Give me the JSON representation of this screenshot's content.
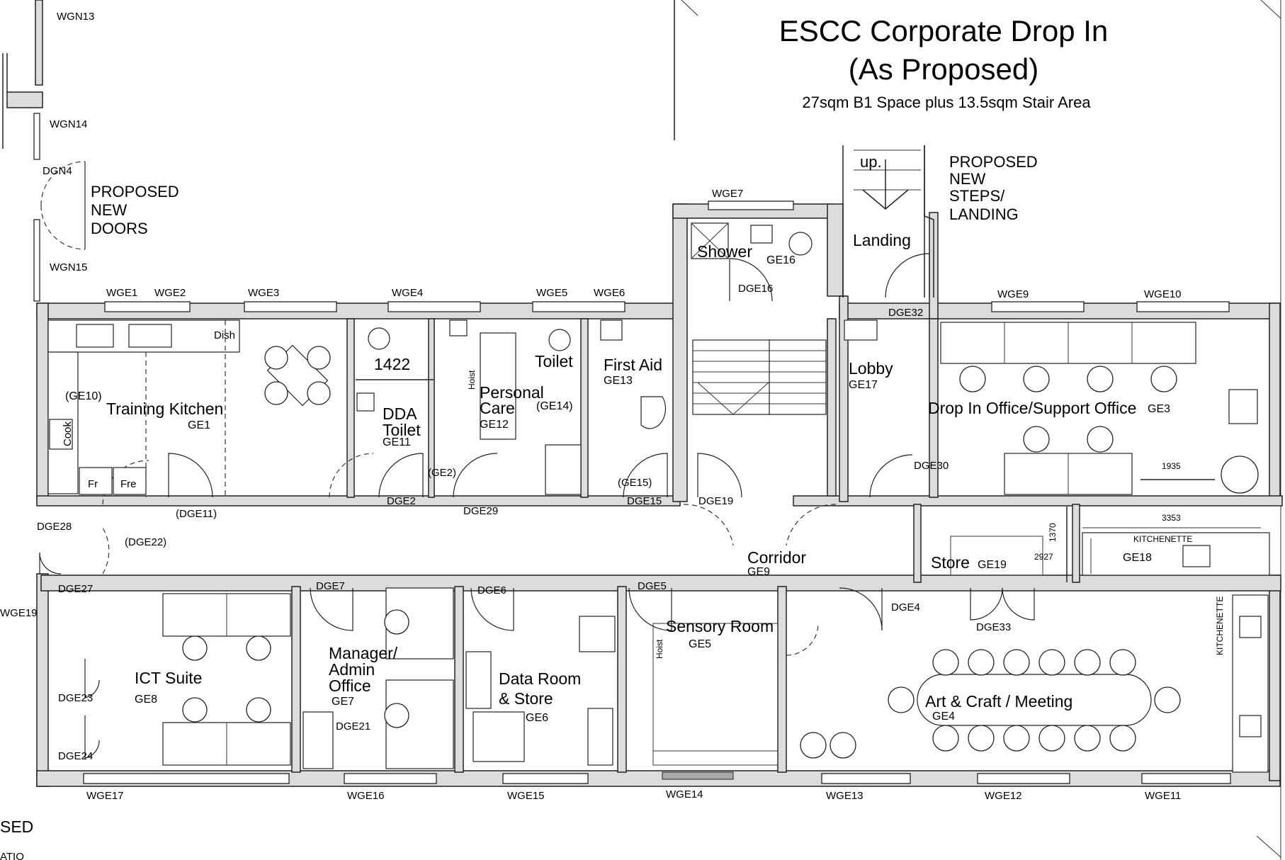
{
  "title": {
    "line1": "ESCC Corporate Drop In",
    "line2": "(As Proposed)",
    "subtitle": "27sqm B1 Space plus 13.5sqm Stair Area"
  },
  "notes": {
    "new_doors": [
      "PROPOSED",
      "NEW",
      "DOORS"
    ],
    "new_steps": [
      "PROPOSED",
      "NEW",
      "STEPS/",
      "LANDING"
    ],
    "up": "up.",
    "dimension_1422": "1422",
    "dimension_1935": "1935",
    "dimension_3353": "3353",
    "dimension_1370": "1370",
    "dimension_2927": "2927",
    "hoist": "Hoist",
    "hoist2": "Hoist",
    "cook": "Cook",
    "dish": "Dish",
    "fr1": "Fr",
    "fr2": "Fre",
    "kitchenette_h": "KITCHENETTE",
    "kitchenette_v": "KITCHENETTE",
    "cut_sed": "SED",
    "cut_atio": "ATIO"
  },
  "rooms": {
    "training_kitchen": {
      "name": "Training Kitchen",
      "code": "GE1"
    },
    "ge10": {
      "code": "(GE10)"
    },
    "dda_toilet": {
      "name1": "DDA",
      "name2": "Toilet",
      "code": "GE11"
    },
    "personal_care": {
      "name1": "Personal",
      "name2": "Care",
      "code": "GE12"
    },
    "ge14": {
      "code": "(GE14)"
    },
    "toilet": {
      "name": "Toilet"
    },
    "first_aid": {
      "name": "First Aid",
      "code": "GE13"
    },
    "shower": {
      "name": "Shower",
      "code": "GE16"
    },
    "landing": {
      "name": "Landing"
    },
    "lobby": {
      "name": "Lobby",
      "code": "GE17"
    },
    "drop_in_office": {
      "name": "Drop In Office/Support Office",
      "code": "GE3"
    },
    "store": {
      "name": "Store",
      "code": "GE19"
    },
    "kitchenette": {
      "code": "GE18"
    },
    "corridor": {
      "name": "Corridor",
      "code": "GE9"
    },
    "ict_suite": {
      "name": "ICT Suite",
      "code": "GE8"
    },
    "manager_office": {
      "name1": "Manager/",
      "name2": "Admin",
      "name3": "Office",
      "code": "GE7"
    },
    "data_room": {
      "name1": "Data Room",
      "name2": "& Store",
      "code": "GE6"
    },
    "sensory_room": {
      "name": "Sensory Room",
      "code": "GE5"
    },
    "art_craft": {
      "name": "Art & Craft / Meeting",
      "code": "GE4"
    }
  },
  "doors": {
    "dgn4": "DGN4",
    "dge16": "DGE16",
    "dge32": "DGE32",
    "dge30": "DGE30",
    "dge2_upper": "(GE2)",
    "dge2": "DGE2",
    "dge29": "DGE29",
    "ge15": "(GE15)",
    "dge15": "DGE15",
    "dge19": "DGE19",
    "dge11": "(DGE11)",
    "dge22": "(DGE22)",
    "dge28": "DGE28",
    "dge27": "DGE27",
    "dge7": "DGE7",
    "dge6": "DGE6",
    "dge5": "DGE5",
    "dge4": "DGE4",
    "dge33": "DGE33",
    "dge23": "DGE23",
    "dge24": "DGE24",
    "dge21": "DGE21"
  },
  "windows": {
    "wgn13": "WGN13",
    "wgn14": "WGN14",
    "wgn15": "WGN15",
    "wge1": "WGE1",
    "wge2": "WGE2",
    "wge3": "WGE3",
    "wge4": "WGE4",
    "wge5": "WGE5",
    "wge6": "WGE6",
    "wge7": "WGE7",
    "wge9": "WGE9",
    "wge10": "WGE10",
    "wge11": "WGE11",
    "wge12": "WGE12",
    "wge13": "WGE13",
    "wge14": "WGE14",
    "wge15": "WGE15",
    "wge16": "WGE16",
    "wge17": "WGE17",
    "wge19": "WGE19"
  }
}
